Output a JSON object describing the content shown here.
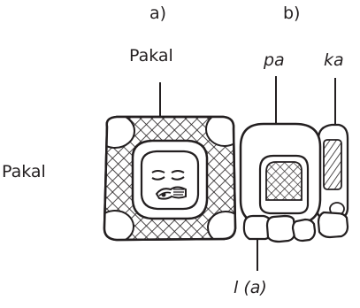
{
  "labels": {
    "panel_a": "a)",
    "panel_b": "b)",
    "top_a": "Pakal",
    "left": "Pakal",
    "top_pa": "pa",
    "top_ka": "ka",
    "bottom": "l (a)"
  },
  "colors": {
    "ink": "#231f20",
    "paper": "#ffffff"
  }
}
